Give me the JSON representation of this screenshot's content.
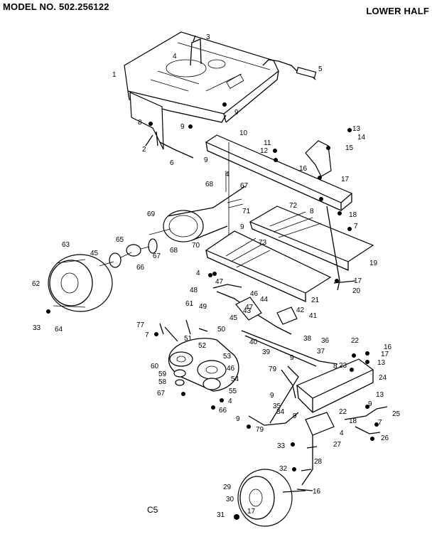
{
  "header": {
    "model_number": "MODEL NO. 502.256122",
    "section": "LOWER HALF"
  },
  "figure_code": "C5",
  "callouts": [
    "1",
    "2",
    "3",
    "4",
    "5",
    "6",
    "7",
    "8",
    "9",
    "10",
    "11",
    "12",
    "13",
    "14",
    "15",
    "16",
    "17",
    "18",
    "19",
    "20",
    "21",
    "22",
    "23",
    "24",
    "25",
    "26",
    "27",
    "28",
    "29",
    "30",
    "31",
    "32",
    "33",
    "34",
    "35",
    "36",
    "37",
    "38",
    "39",
    "40",
    "41",
    "42",
    "43",
    "44",
    "45",
    "46",
    "47",
    "48",
    "49",
    "50",
    "51",
    "52",
    "53",
    "54",
    "55",
    "58",
    "59",
    "60",
    "61",
    "62",
    "63",
    "64",
    "65",
    "66",
    "67",
    "68",
    "69",
    "70",
    "71",
    "72",
    "73",
    "77",
    "79"
  ]
}
